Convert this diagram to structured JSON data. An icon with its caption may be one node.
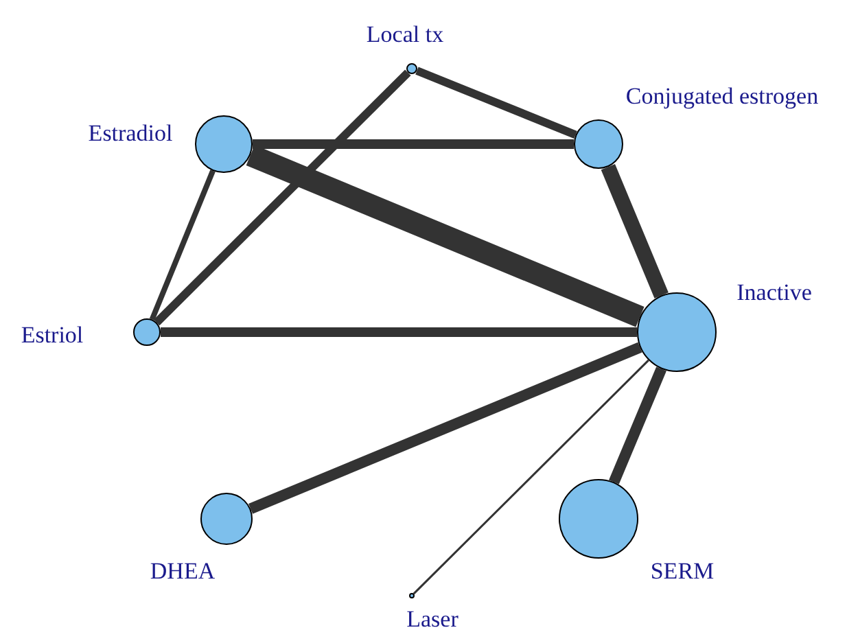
{
  "diagram": {
    "nodes": [
      {
        "text": [
          "Local tx"
        ]
      },
      {
        "text": [
          "Estradiol"
        ]
      },
      {
        "text": [
          "Conjugated estrogen"
        ]
      },
      {
        "text": [
          "Estriol"
        ]
      },
      {
        "text": [
          "Inactive"
        ]
      },
      {
        "text": [
          "DHEA"
        ]
      },
      {
        "text": [
          "SERM"
        ]
      },
      {
        "text": [
          "Laser"
        ]
      }
    ],
    "edges": [
      {
        "from": 0,
        "to": 2,
        "arrow": "none"
      },
      {
        "from": 0,
        "to": 3,
        "arrow": "none"
      },
      {
        "from": 1,
        "to": 2,
        "arrow": "none"
      },
      {
        "from": 1,
        "to": 4,
        "arrow": "none",
        "style": "thick"
      },
      {
        "from": 1,
        "to": 3,
        "arrow": "none"
      },
      {
        "from": 3,
        "to": 4,
        "arrow": "none"
      },
      {
        "from": 2,
        "to": 4,
        "arrow": "none"
      },
      {
        "from": 4,
        "to": 5,
        "arrow": "none"
      },
      {
        "from": 4,
        "to": 6,
        "arrow": "none"
      },
      {
        "from": 4,
        "to": 7,
        "arrow": "none"
      }
    ]
  }
}
